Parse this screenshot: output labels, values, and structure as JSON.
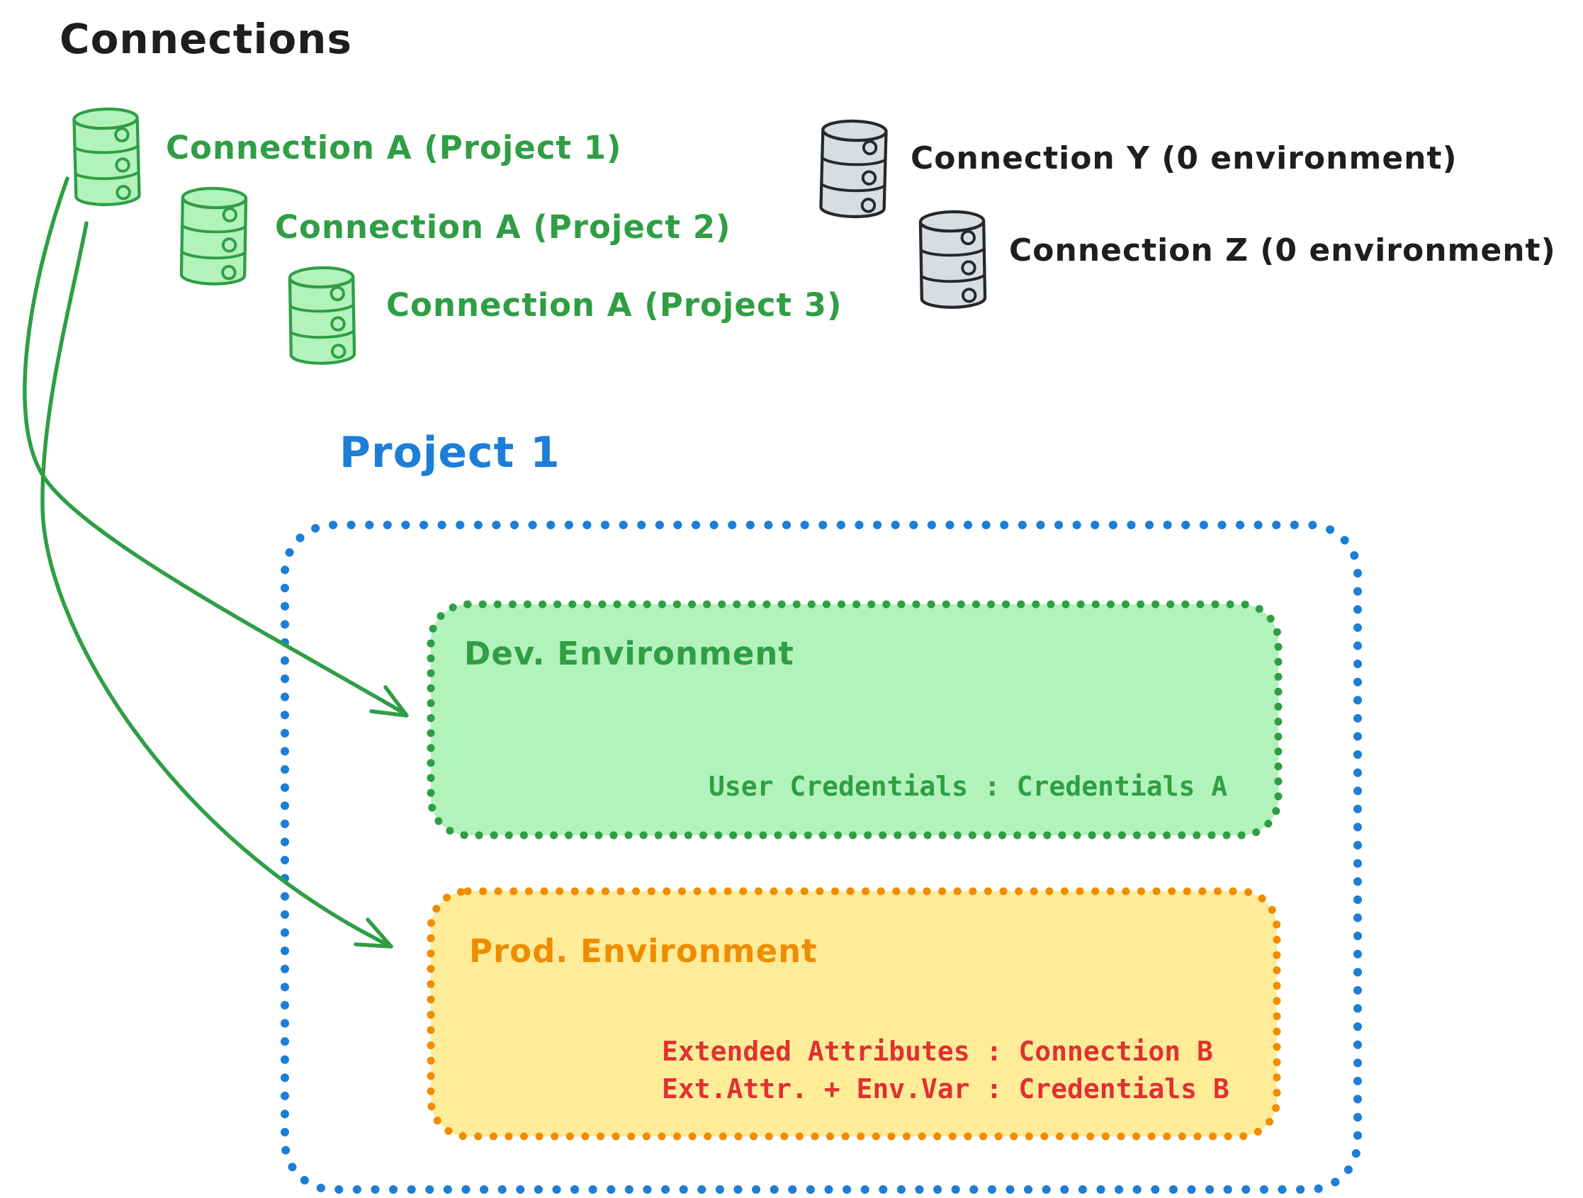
{
  "title": "Connections",
  "green_connections": {
    "items": [
      {
        "label": "Connection A (Project 1)"
      },
      {
        "label": "Connection A (Project 2)"
      },
      {
        "label": "Connection A (Project 3)"
      }
    ]
  },
  "gray_connections": {
    "items": [
      {
        "label": "Connection Y (0 environment)"
      },
      {
        "label": "Connection Z (0 environment)"
      }
    ]
  },
  "project": {
    "title": "Project 1",
    "dev_environment": {
      "title": "Dev. Environment",
      "credential_mapping": "User Credentials : Credentials A"
    },
    "prod_environment": {
      "title": "Prod. Environment",
      "mappings": [
        "Extended Attributes : Connection B",
        "Ext.Attr. + Env.Var : Credentials B"
      ]
    }
  },
  "colors": {
    "green": "#2f9e44",
    "green_fill": "#b2f2bb",
    "blue": "#1c7ed6",
    "orange": "#f08c00",
    "orange_fill": "#ffec99",
    "red": "#e03131",
    "black": "#1e1e1e",
    "gray_fill": "#d8dde2"
  }
}
